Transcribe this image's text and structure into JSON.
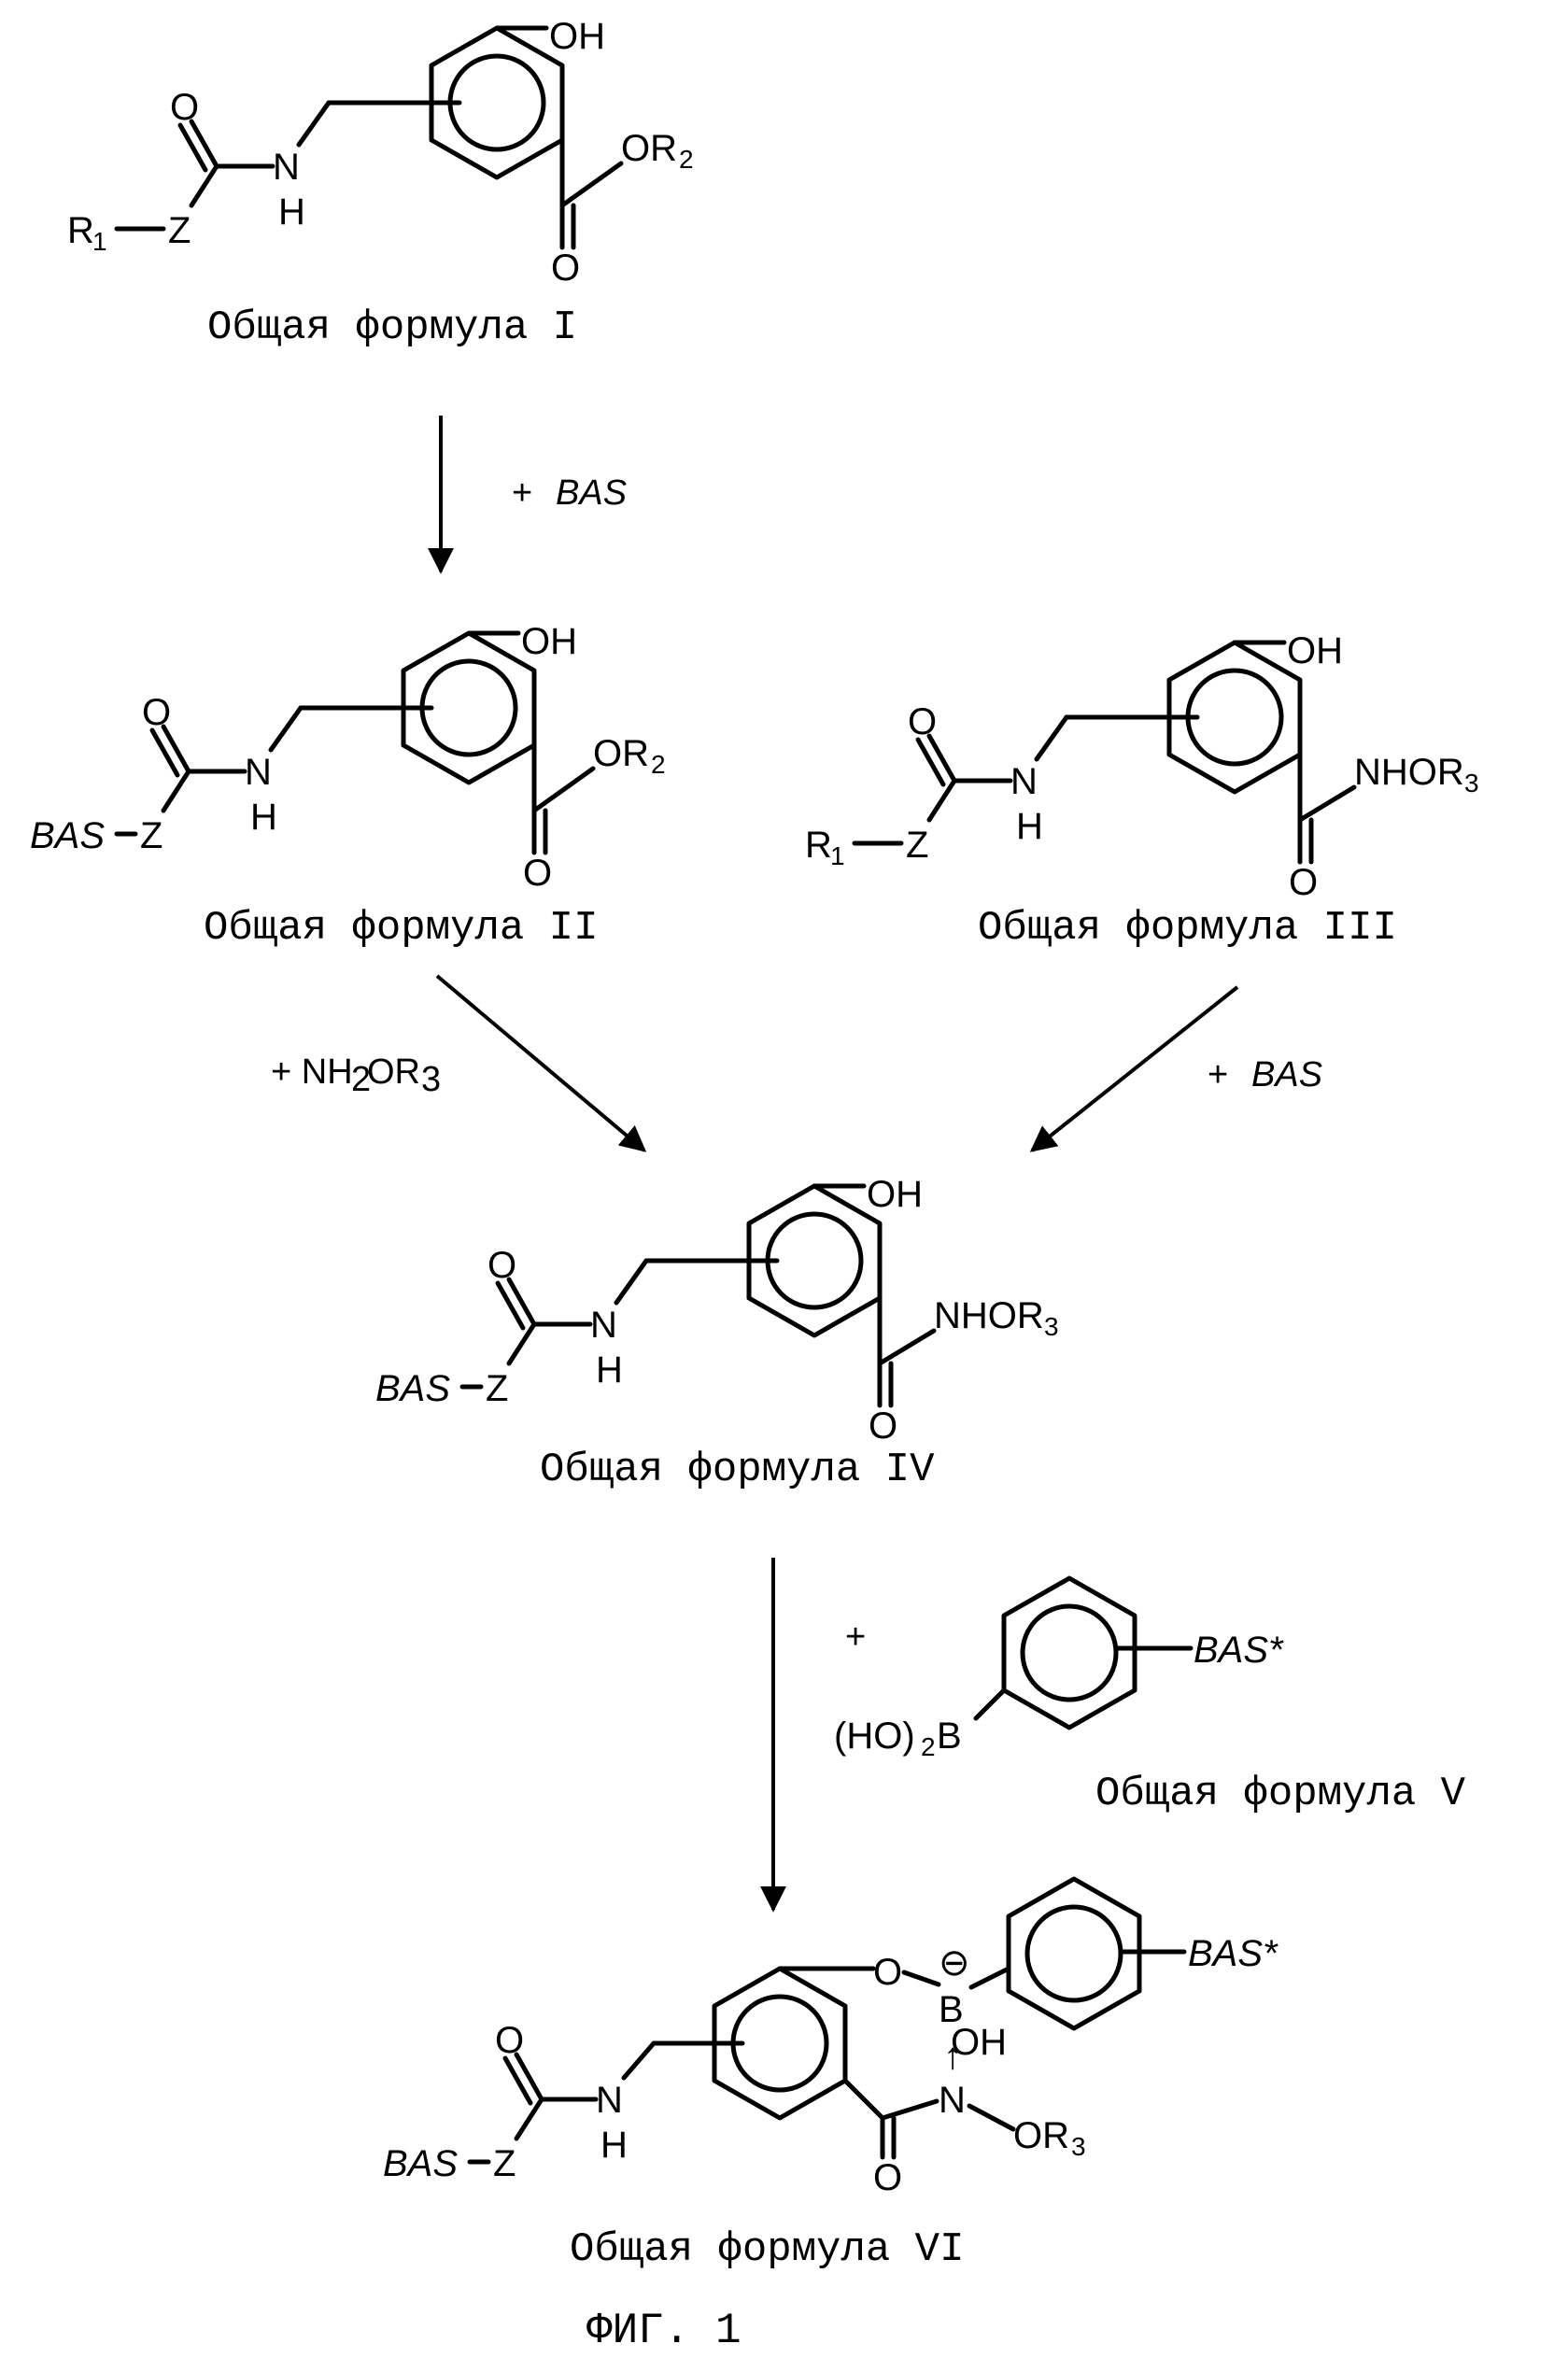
{
  "captions": {
    "formula_1": "Общая формула I",
    "formula_2": "Общая формула II",
    "formula_3": "Общая формула III",
    "formula_4": "Общая формула IV",
    "formula_5": "Общая формула V",
    "formula_6": "Общая формула VI",
    "figure": "ФИГ. 1"
  },
  "reagents": {
    "step_1_plus": "+",
    "step_1": "BAS",
    "step_2": "+ NH",
    "step_2_sub": "2",
    "step_2_tail": "OR",
    "step_2_tail_sub": "3",
    "step_3_plus": "+",
    "step_3": "BAS",
    "step_4_plus": "+"
  },
  "atoms": {
    "oh": "OH",
    "o": "O",
    "n": "N",
    "h": "H",
    "z": "Z",
    "or": "OR",
    "r": "R",
    "dash": "—",
    "sub_1": "1",
    "sub_2": "2",
    "sub_3": "3",
    "nhor": "NHOR",
    "bas": "BAS",
    "bas_star": "BAS*",
    "ho_paren": "(HO)",
    "b": "B",
    "minus_circle": "⊖",
    "up_arrow": "↑"
  }
}
